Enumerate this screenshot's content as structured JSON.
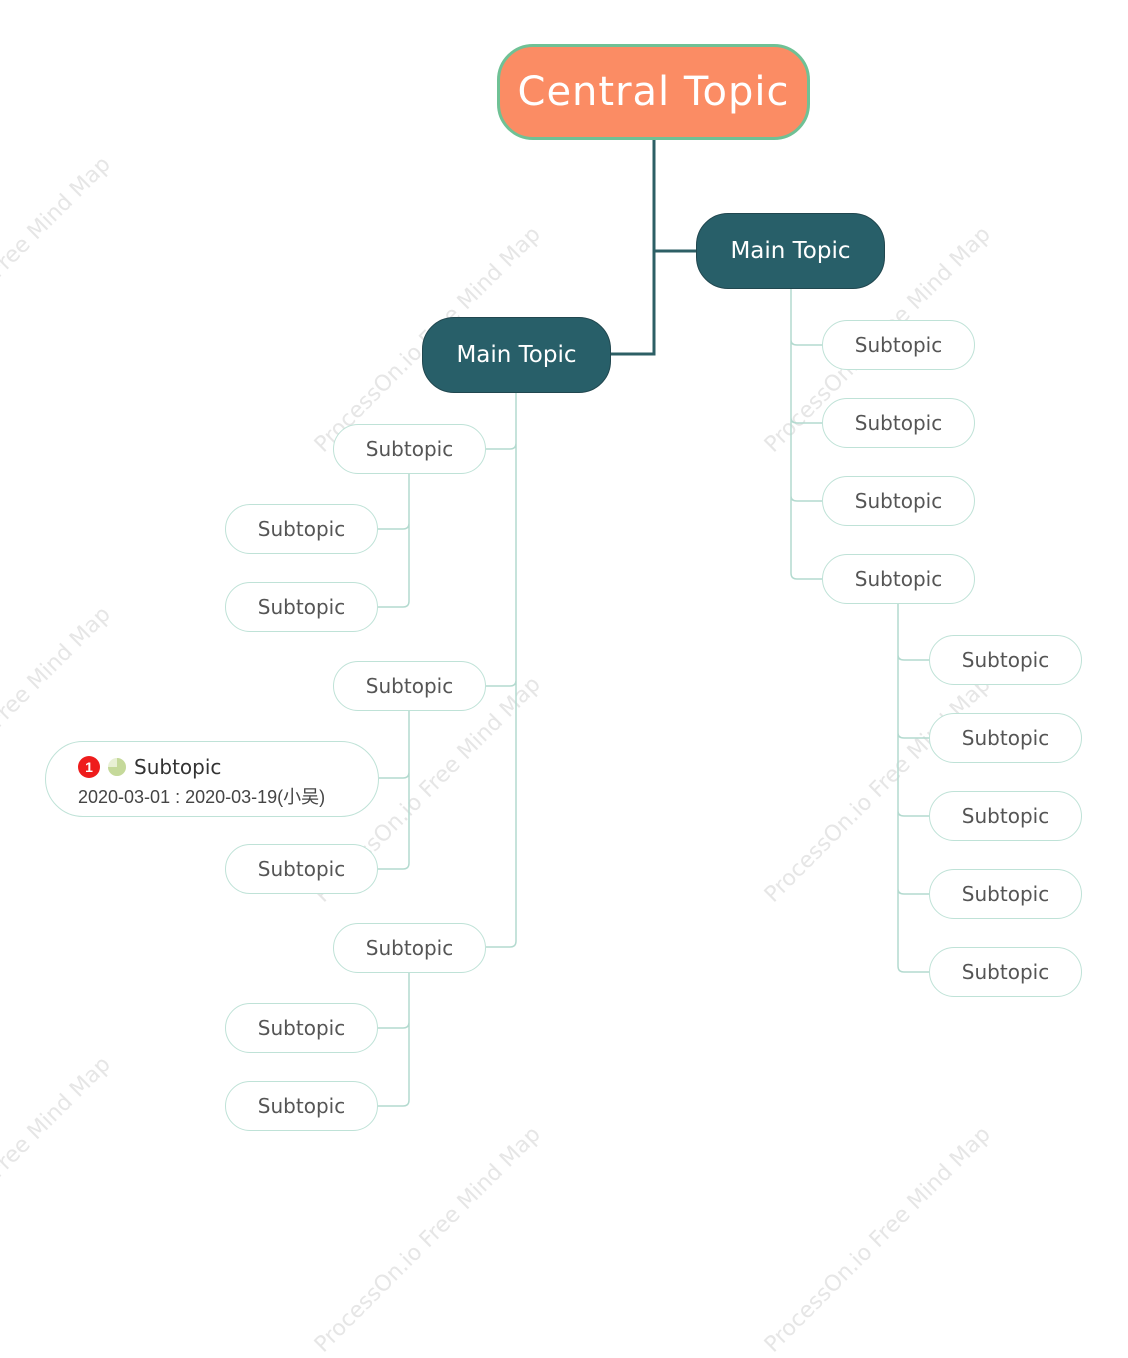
{
  "central_topic": "Central Topic",
  "main_topics": {
    "right": "Main Topic",
    "left": "Main Topic"
  },
  "right_branch": {
    "subtopics": [
      "Subtopic",
      "Subtopic",
      "Subtopic",
      "Subtopic"
    ],
    "nested_subtopics": [
      "Subtopic",
      "Subtopic",
      "Subtopic",
      "Subtopic",
      "Subtopic"
    ]
  },
  "left_branch": {
    "group1": {
      "parent": "Subtopic",
      "children": [
        "Subtopic",
        "Subtopic"
      ]
    },
    "group2": {
      "parent": "Subtopic",
      "special_child": {
        "priority": "1",
        "priority_color": "#ee1c1c",
        "progress_icon": "progress-three-quarter-icon",
        "label": "Subtopic",
        "dates": "2020-03-01 : 2020-03-19(小吴)"
      },
      "child": "Subtopic"
    },
    "group3": {
      "parent": "Subtopic",
      "children": [
        "Subtopic",
        "Subtopic"
      ]
    }
  },
  "watermark_text": "ProcessOn.io Free Mind Map",
  "colors": {
    "central_fill": "#fb8c64",
    "central_border": "#6fc195",
    "main_fill": "#285f69",
    "main_connector": "#2d5f65",
    "sub_border": "#bfe2d7",
    "sub_connector": "#b3dacf",
    "progress_color": "#c5d99a"
  }
}
